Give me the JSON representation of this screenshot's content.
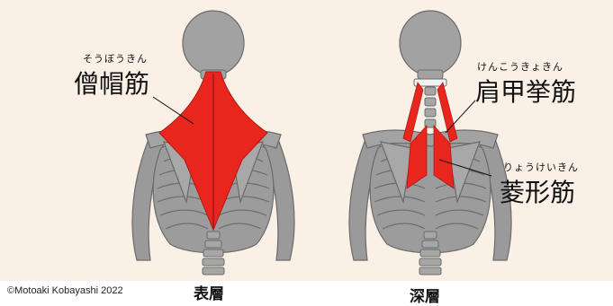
{
  "labels": {
    "trapezius": {
      "reading": "そうぼうきん",
      "text": "僧帽筋"
    },
    "levator_scapulae": {
      "reading": "けんこうきょきん",
      "text": "肩甲挙筋"
    },
    "rhomboid": {
      "reading": "りょうけいきん",
      "text": "菱形筋"
    }
  },
  "captions": {
    "left": "表層",
    "right": "深層"
  },
  "copyright": "©Motoaki Kobayashi 2022",
  "colors": {
    "muscle": "#e8261e",
    "bone": "#999999",
    "bone_outline": "#666666",
    "background": "#faf0e6"
  }
}
